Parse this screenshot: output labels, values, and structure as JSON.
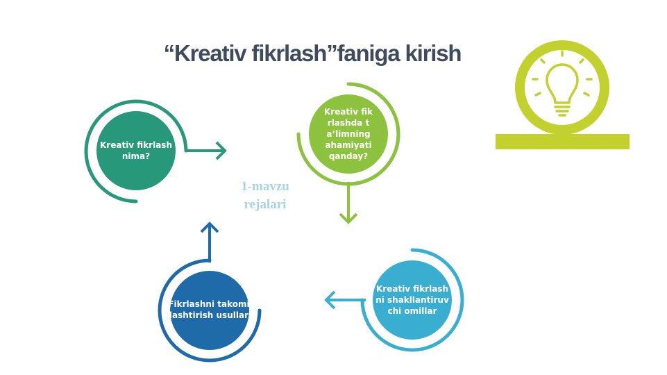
{
  "title": "“Kreativ fikrlash”faniga kirish",
  "center": {
    "line1": "1-mavzu",
    "line2": "rejalari"
  },
  "nodes": [
    {
      "text": "Kreativ fikrlash nima?",
      "color": "#27997a"
    },
    {
      "text": "Kreativ fikrlashda ta’limning ahamiyati qanday?",
      "color": "#8dc23f"
    },
    {
      "text": "Kreativ fikrlashni shakllantiruvchi omillar",
      "color": "#3aaed1"
    },
    {
      "text": "Fikrlashni takomillashtirish usullari",
      "color": "#1f6aa8"
    }
  ],
  "icon": {
    "name": "lightbulb-icon",
    "color": "#c3d12e"
  }
}
